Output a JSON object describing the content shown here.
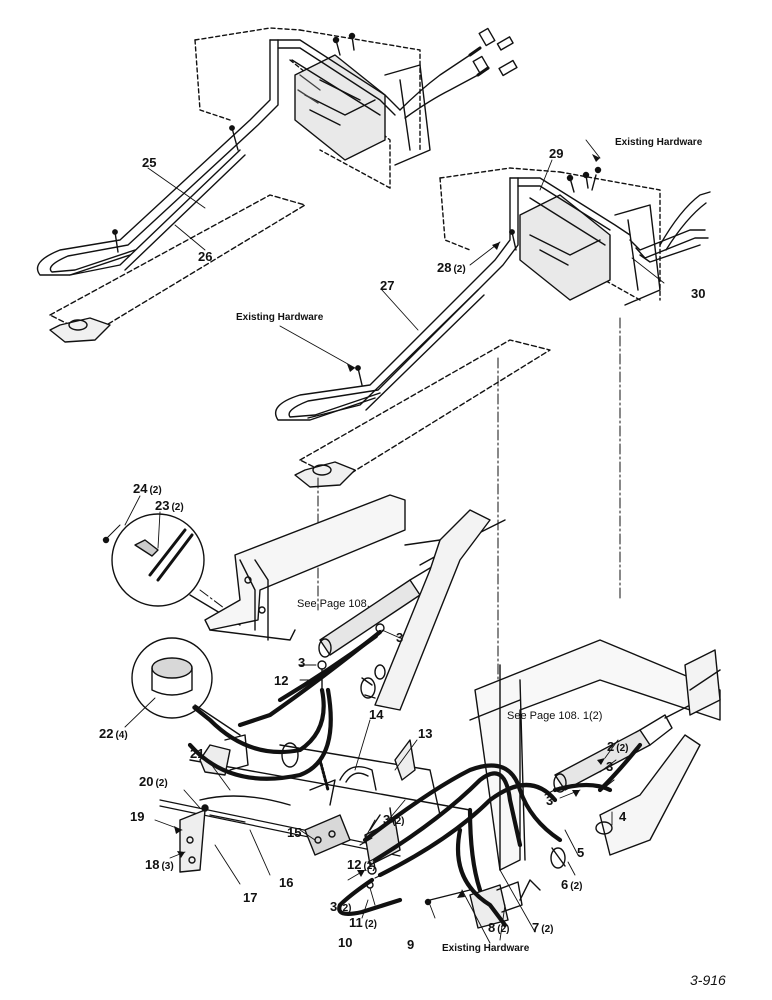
{
  "notes": {
    "existing_hardware": "Existing Hardware",
    "see_page_108": "See Page 108.",
    "see_page_108_1": "See Page 108. 1"
  },
  "figure_number": "3-916",
  "callouts": [
    {
      "num": "25",
      "qty": ""
    },
    {
      "num": "26",
      "qty": ""
    },
    {
      "num": "27",
      "qty": ""
    },
    {
      "num": "28",
      "qty": "(2)"
    },
    {
      "num": "29",
      "qty": ""
    },
    {
      "num": "30",
      "qty": ""
    },
    {
      "num": "24",
      "qty": "(2)"
    },
    {
      "num": "23",
      "qty": "(2)"
    },
    {
      "num": "22",
      "qty": "(4)"
    },
    {
      "num": "21",
      "qty": ""
    },
    {
      "num": "20",
      "qty": "(2)"
    },
    {
      "num": "19",
      "qty": ""
    },
    {
      "num": "18",
      "qty": "(3)"
    },
    {
      "num": "17",
      "qty": ""
    },
    {
      "num": "16",
      "qty": ""
    },
    {
      "num": "15",
      "qty": ""
    },
    {
      "num": "14",
      "qty": ""
    },
    {
      "num": "13",
      "qty": ""
    },
    {
      "num": "12",
      "qty": ""
    },
    {
      "num": "12",
      "qty": "(2)"
    },
    {
      "num": "11",
      "qty": "(2)"
    },
    {
      "num": "10",
      "qty": ""
    },
    {
      "num": "9",
      "qty": ""
    },
    {
      "num": "8",
      "qty": "(2)"
    },
    {
      "num": "7",
      "qty": "(2)"
    },
    {
      "num": "6",
      "qty": "(2)"
    },
    {
      "num": "5",
      "qty": ""
    },
    {
      "num": "4",
      "qty": ""
    },
    {
      "num": "3",
      "qty": ""
    },
    {
      "num": "3",
      "qty": ""
    },
    {
      "num": "3",
      "qty": "(2)"
    },
    {
      "num": "3",
      "qty": "(2)"
    },
    {
      "num": "3",
      "qty": ""
    },
    {
      "num": "3",
      "qty": ""
    },
    {
      "num": "2",
      "qty": "(2)"
    }
  ]
}
